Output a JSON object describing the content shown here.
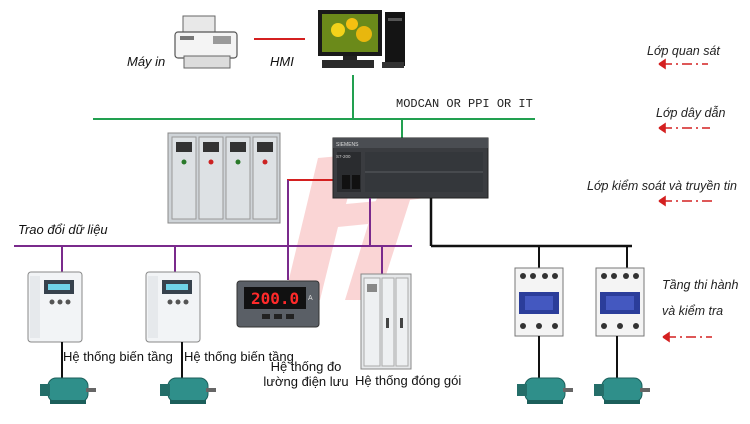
{
  "labels": {
    "printer": "Máy in",
    "hmi": "HMI",
    "network": "MODCAN OR PPI OR IT",
    "data_exchange": "Trao đổi dữ liệu",
    "vfd_1": "Hệ thống biến tầng",
    "vfd_2": "Hệ thống biến tầng",
    "meter": "Hệ thống đo lường điện lưu",
    "packaging": "Hệ thống đóng gói",
    "plc_brand": "SIEMENS",
    "plc_model": "S7-200",
    "meter_value": "200.0",
    "meter_unit": "A"
  },
  "layers": {
    "observe": "Lớp quan sát",
    "wiring": "Lớp dây dẫn",
    "control": "Lớp kiểm soát và truyền tin",
    "execution_line1": "Tầng thi hành",
    "execution_line2": "và kiểm tra"
  },
  "colors": {
    "green_bus": "#22a050",
    "purple_bus": "#7a2a8c",
    "black_bus": "#111111",
    "red_link": "#d42020",
    "arrow_red": "#d42020",
    "watermark": "#e81e1e"
  }
}
